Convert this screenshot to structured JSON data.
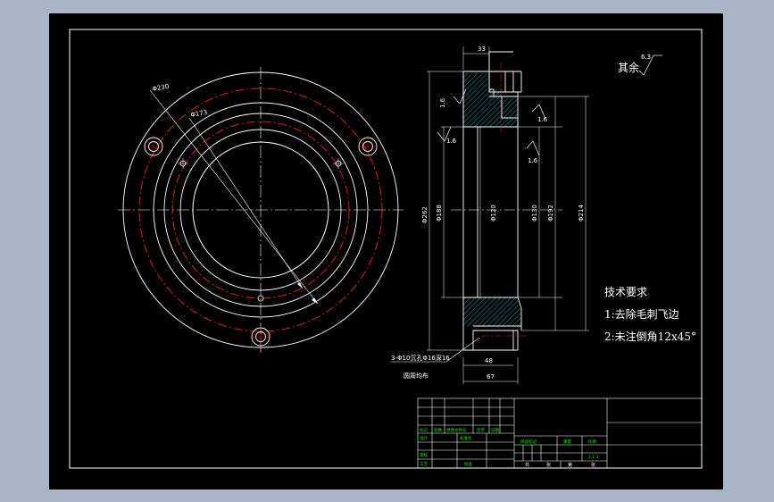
{
  "drawing": {
    "surface_roughness": {
      "note": "其余",
      "value": "6.3"
    },
    "dimensions": {
      "top_width": "33",
      "d_outer": "Φ230",
      "d_bolt_circle": "Φ173",
      "d_262": "Φ262",
      "d_188": "Φ188",
      "d_120": "Φ120",
      "d_130": "Φ130",
      "d_192": "Φ192",
      "d_214": "Φ214",
      "bottom_48": "48",
      "bottom_67": "67"
    },
    "roughness_marks": [
      "1.6",
      "1.6",
      "1.6",
      "1.6"
    ],
    "hole_note": [
      "3-Φ10沉孔Φ16深16",
      "圆周均布"
    ],
    "tech_req": {
      "title": "技术要求",
      "items": [
        "1:去除毛刺飞边",
        "2:未注倒角12x45°"
      ]
    },
    "title_block": {
      "labels_green": [
        "标记",
        "处数",
        "更改文件号",
        "签字",
        "日期",
        "设计",
        "标准化",
        "审核",
        "工艺",
        "批准"
      ],
      "stage_labels": [
        "阶段标记",
        "重量",
        "比例"
      ],
      "scale": "1:1.3",
      "sheet": [
        "共",
        "张",
        "第",
        "张"
      ]
    },
    "colors": {
      "background": "#a9b4c6",
      "paper": "#000000",
      "line": "#ffffff",
      "centerline": "#ff1a1a",
      "hatch": "#00c8c8",
      "title_text": "#00ff00"
    }
  }
}
